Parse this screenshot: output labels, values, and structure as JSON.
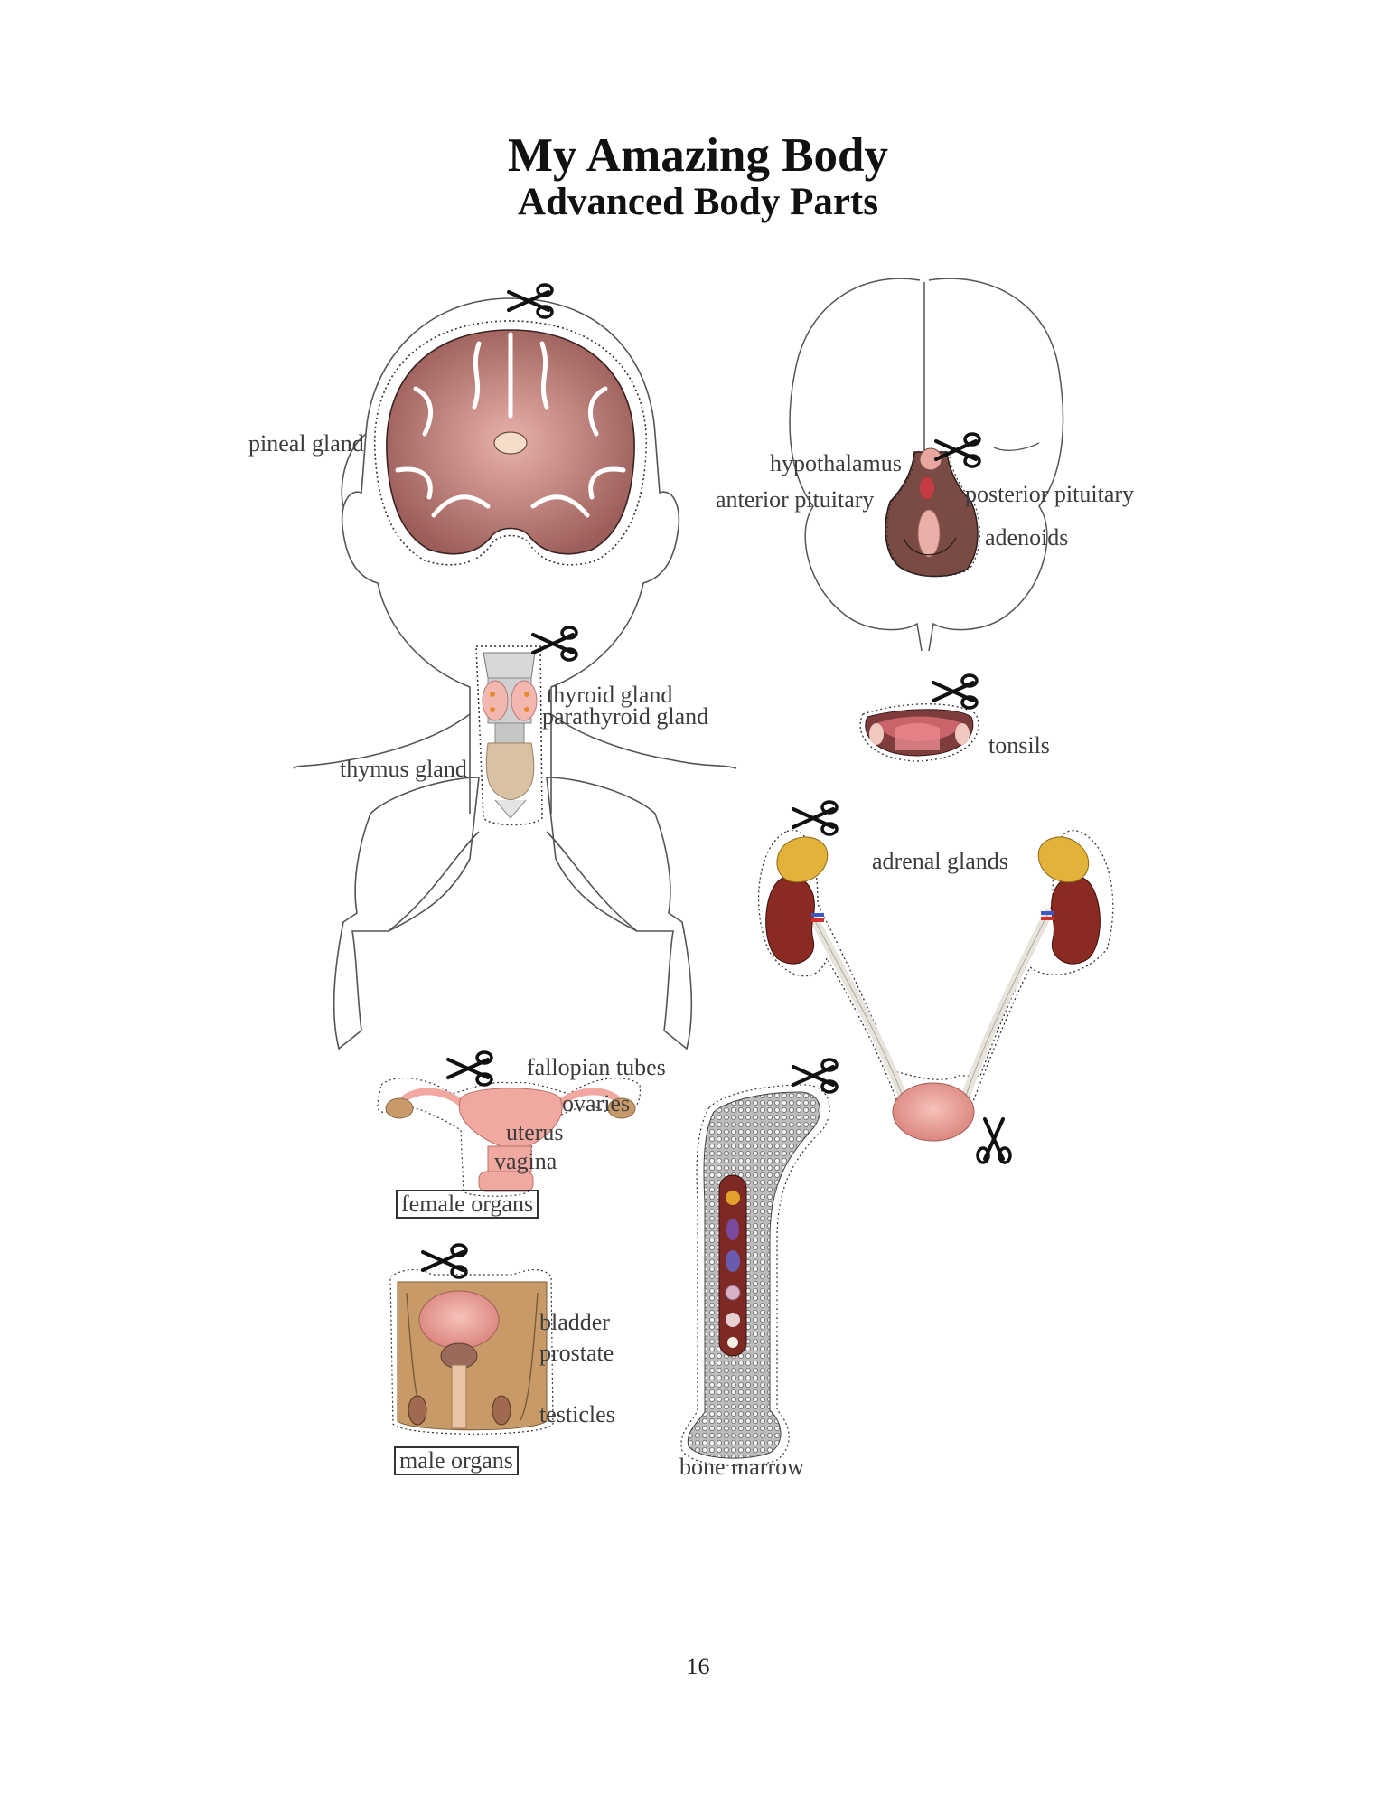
{
  "title": "My Amazing Body",
  "subtitle": "Advanced Body Parts",
  "labels": {
    "pineal_gland": "pineal gland",
    "hypothalamus": "hypothalamus",
    "anterior_pituitary": "anterior pituitary",
    "posterior_pituitary": "posterior pituitary",
    "adenoids": "adenoids",
    "thyroid_gland": "thyroid gland",
    "parathyroid_gland": "parathyroid gland",
    "thymus_gland": "thymus gland",
    "tonsils": "tonsils",
    "adrenal_glands": "adrenal glands",
    "fallopian_tubes": "fallopian tubes",
    "ovaries": "ovaries",
    "uterus": "uterus",
    "vagina": "vagina",
    "female_organs": "female organs",
    "bladder": "bladder",
    "prostate": "prostate",
    "testicles": "testicles",
    "male_organs": "male organs",
    "bone_marrow": "bone marrow"
  },
  "page_number": "16",
  "icons": [
    "scissors-icon"
  ],
  "colors": {
    "brain": "#a86a66",
    "brain_light": "#e2aaa3",
    "outline": "#555555",
    "kidney": "#8a2a22",
    "adrenal": "#e2b23a",
    "pink_organ": "#f0a8a0",
    "male_tissue": "#c89a68",
    "bone": "#9a9a9a"
  }
}
